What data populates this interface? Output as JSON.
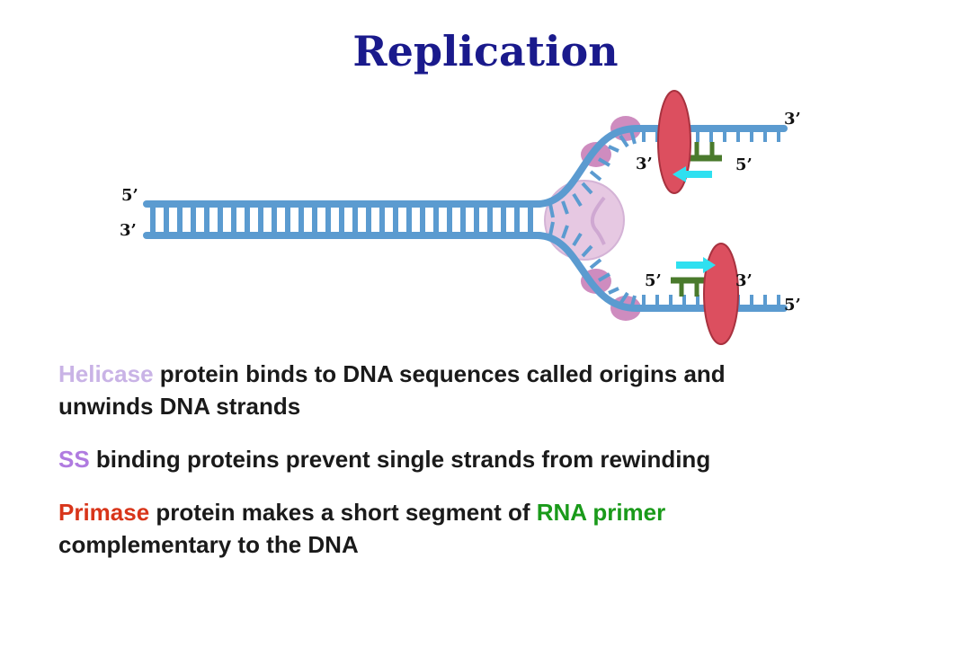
{
  "title": "Replication",
  "strand_ends": {
    "left_top": "5’",
    "left_bottom": "3’",
    "upper_fork_outer": "3’",
    "upper_fork_inner_left": "3’",
    "upper_fork_inner_right": "5’",
    "lower_fork_inner_left": "5’",
    "lower_fork_inner_right": "3’",
    "lower_fork_outer": "5’"
  },
  "bullets": {
    "helicase": {
      "keyword": "Helicase",
      "text": " protein binds to DNA sequences called origins and unwinds DNA strands"
    },
    "ss": {
      "keyword": "SS",
      "text": " binding proteins prevent single strands from rewinding"
    },
    "primase": {
      "keyword1": "Primase",
      "text1": " protein makes a short segment of ",
      "keyword2": "RNA primer",
      "text2": " complementary to the DNA"
    }
  },
  "colors": {
    "title": "#1a1a8c",
    "dna_backbone": "#5b9bd0",
    "primase": "#dc4f5f",
    "ss_binding_protein": "#c97fb8",
    "helicase": "#e6c8e2",
    "rna_primer": "#4a7a2c",
    "direction_arrow": "#2fe0f0",
    "helicase_keyword": "#c9b3e6",
    "ss_keyword": "#b07be0",
    "primase_keyword": "#d8351a",
    "rna_keyword": "#1a9a1a"
  }
}
